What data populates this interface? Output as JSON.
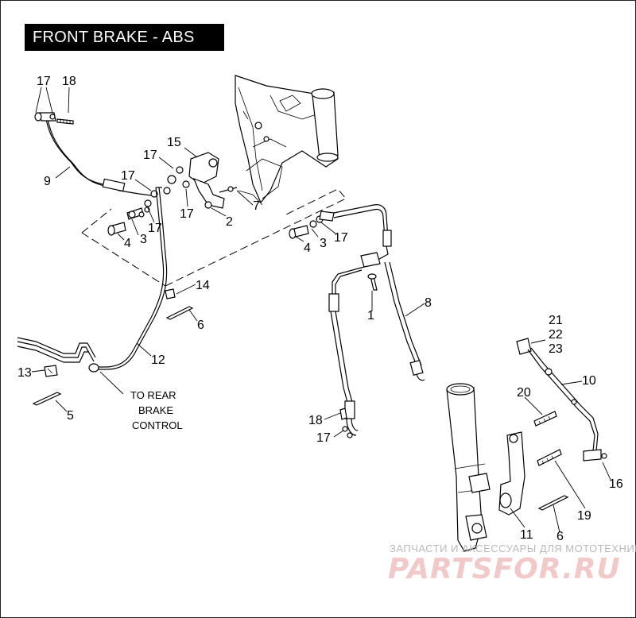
{
  "title": "FRONT BRAKE - ABS",
  "note_text": [
    "TO REAR",
    "BRAKE",
    "CONTROL"
  ],
  "watermark": {
    "tagline": "ЗАПЧАСТИ И АКСЕССУАРЫ ДЛЯ МОТОТЕХНИКИ",
    "logo": "PARTSFOR.RU"
  },
  "callouts": {
    "c17a": "17",
    "c18a": "18",
    "c9": "9",
    "c15": "15",
    "c17b": "17",
    "c17c": "17",
    "c17d": "17",
    "c17e": "17",
    "c7": "7",
    "c2": "2",
    "c3a": "3",
    "c4a": "4",
    "c4b": "4",
    "c3b": "3",
    "c17f": "17",
    "c14": "14",
    "c6a": "6",
    "c8": "8",
    "c1": "1",
    "c12": "12",
    "c13": "13",
    "c5": "5",
    "c18b": "18",
    "c17g": "17",
    "c21": "21",
    "c22": "22",
    "c23": "23",
    "c10": "10",
    "c20": "20",
    "c16": "16",
    "c19": "19",
    "c11": "11",
    "c6b": "6"
  }
}
